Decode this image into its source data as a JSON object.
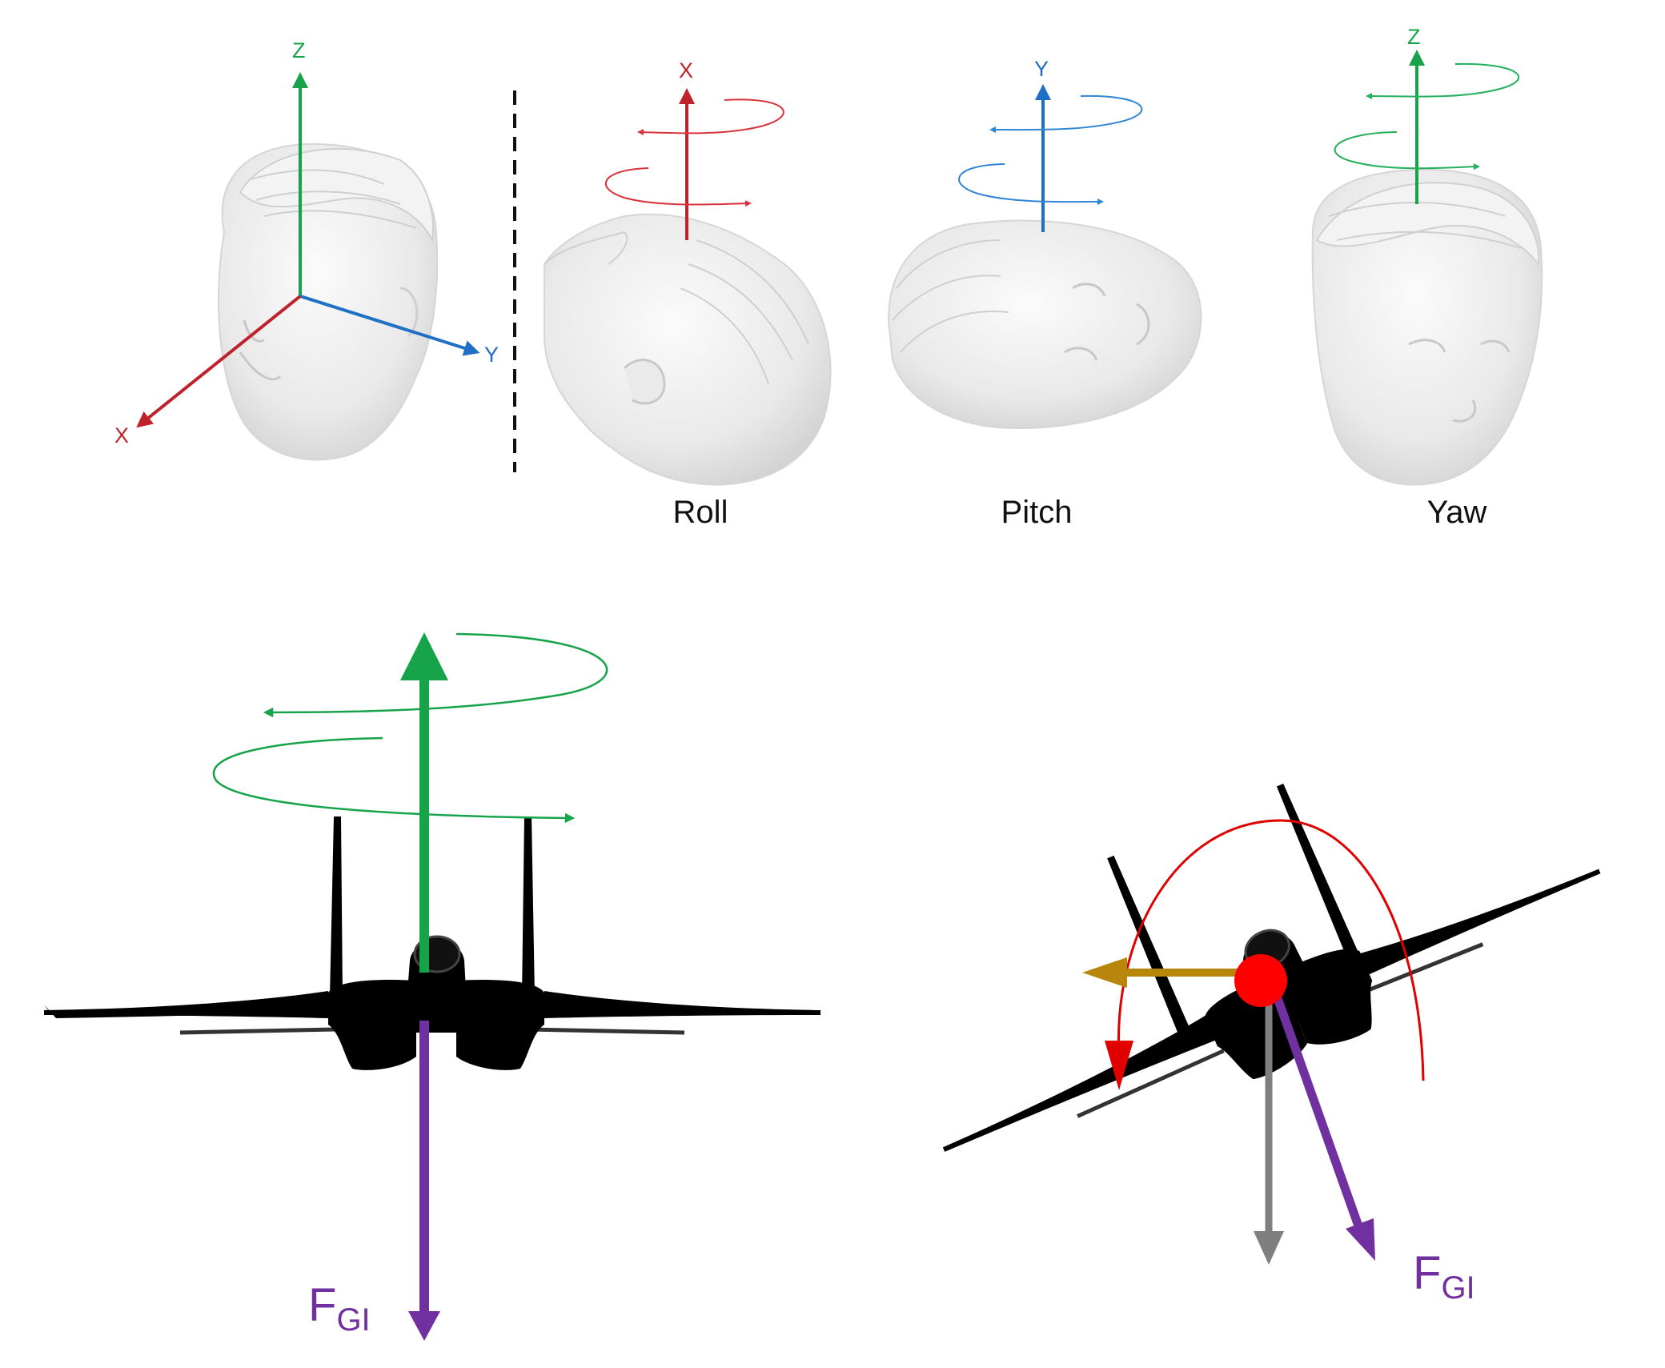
{
  "colors": {
    "x_axis": "#c0222b",
    "y_axis": "#1f6fc4",
    "z_axis": "#16a34a",
    "force_gi": "#7030a0",
    "gravity": "#7f7f7f",
    "lateral": "#b8860b",
    "roll_path": "#e00000",
    "head": "#e6e6e6",
    "aircraft": "#000000"
  },
  "head_axes": {
    "x": "X",
    "y": "Y",
    "z": "Z"
  },
  "rotations": {
    "roll": {
      "axis": "X",
      "caption": "Roll"
    },
    "pitch": {
      "axis": "Y",
      "caption": "Pitch"
    },
    "yaw": {
      "axis": "Z",
      "caption": "Yaw"
    }
  },
  "force_label": {
    "main": "F",
    "subscript": "GI"
  },
  "icons": [
    "head-icon",
    "aircraft-icon",
    "rotation-arrow-icon",
    "center-of-mass-icon"
  ]
}
